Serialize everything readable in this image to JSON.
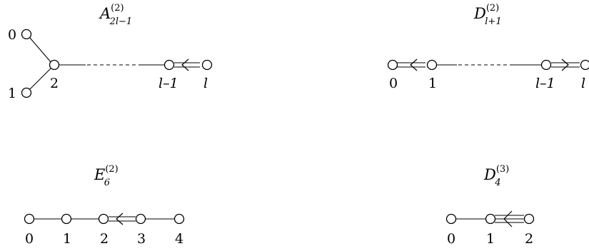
{
  "diagrams": [
    {
      "id": "a2l1",
      "title": {
        "base": "A",
        "sup": "(2)",
        "sub": "2l−1"
      },
      "labels": [
        "0",
        "1",
        "2",
        "l–1",
        "l"
      ]
    },
    {
      "id": "dl1",
      "title": {
        "base": "D",
        "sup": "(2)",
        "sub": "l+1"
      },
      "labels": [
        "0",
        "1",
        "l–1",
        "l"
      ]
    },
    {
      "id": "e6",
      "title": {
        "base": "E",
        "sup": "(2)",
        "sub": "6"
      },
      "labels": [
        "0",
        "1",
        "2",
        "3",
        "4"
      ]
    },
    {
      "id": "d4",
      "title": {
        "base": "D",
        "sup": "(3)",
        "sub": "4"
      },
      "labels": [
        "0",
        "1",
        "2"
      ]
    }
  ]
}
